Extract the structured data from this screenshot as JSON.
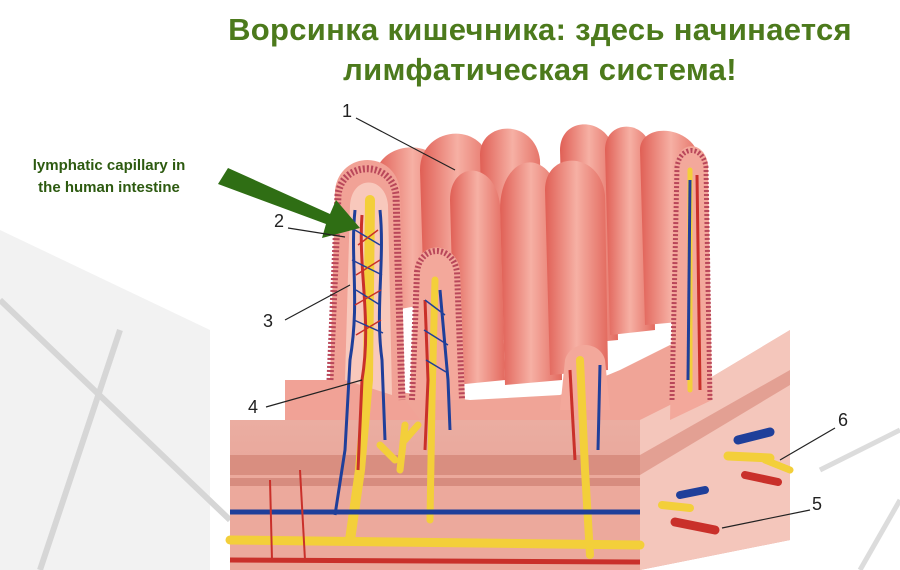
{
  "title": {
    "line1": "Ворсинка кишечника: здесь начинается",
    "line2": "лимфатическая система!"
  },
  "caption": {
    "line1": "lymphatic capillary in",
    "line2": "the human intestine"
  },
  "labels": [
    "1",
    "2",
    "3",
    "4",
    "5",
    "6"
  ],
  "colors": {
    "title_green": "#4c7a1c",
    "arrow_green": "#2f6e14",
    "tissue_pink": "#e8756b",
    "tissue_light": "#f3a79c",
    "lymph_yellow": "#f3cf3a",
    "vein_blue": "#1f3f9a",
    "artery_red": "#c9302a"
  }
}
